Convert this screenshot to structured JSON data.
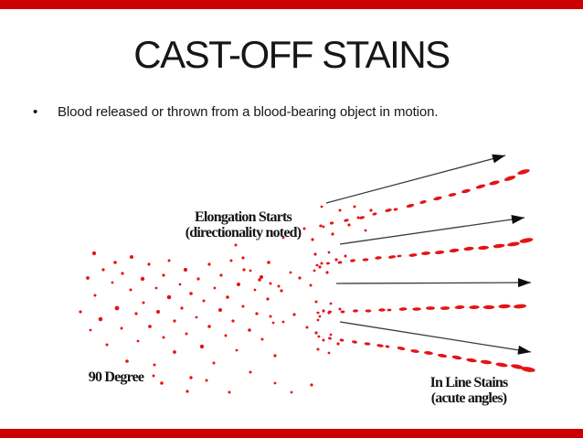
{
  "slide": {
    "title": "CAST-OFF STAINS",
    "bullet_marker": "•",
    "bullet_text": "Blood released or thrown from a blood-bearing object in motion."
  },
  "colors": {
    "accent_bar": "#cc0000",
    "stain": "#e41414",
    "arrow_line": "#3a3a3a",
    "arrow_head": "#0d0d0d",
    "text": "#161616"
  },
  "diagram": {
    "labels": {
      "elongation_line1": "Elongation Starts",
      "elongation_line2": "(directionality noted)",
      "ninety_degree": "90 Degree",
      "inline_line1": "In Line Stains",
      "inline_line2": "(acute angles)"
    },
    "arrows": [
      [
        357,
        222,
        553,
        170
      ],
      [
        372,
        267,
        574,
        238
      ],
      [
        368,
        310,
        581,
        309
      ],
      [
        372,
        352,
        581,
        385
      ]
    ],
    "dots": [
      [
        88,
        341,
        1.6
      ],
      [
        96,
        304,
        1.9
      ],
      [
        99,
        361,
        1.4
      ],
      [
        103,
        277,
        2.1
      ],
      [
        104,
        323,
        1.5
      ],
      [
        113,
        295,
        1.6
      ],
      [
        110,
        349,
        2.3
      ],
      [
        117,
        377,
        1.5
      ],
      [
        123,
        309,
        1.4
      ],
      [
        126,
        287,
        1.8
      ],
      [
        128,
        337,
        2.4
      ],
      [
        133,
        359,
        1.5
      ],
      [
        134,
        299,
        1.6
      ],
      [
        139,
        395,
        1.8
      ],
      [
        143,
        317,
        1.5
      ],
      [
        144,
        281,
        2.0
      ],
      [
        149,
        343,
        1.6
      ],
      [
        151,
        373,
        1.4
      ],
      [
        156,
        305,
        2.2
      ],
      [
        157,
        331,
        1.5
      ],
      [
        163,
        289,
        1.6
      ],
      [
        164,
        357,
        1.9
      ],
      [
        169,
        399,
        1.5
      ],
      [
        171,
        315,
        1.4
      ],
      [
        173,
        341,
        2.0
      ],
      [
        179,
        301,
        1.6
      ],
      [
        179,
        369,
        1.5
      ],
      [
        185,
        325,
        2.3
      ],
      [
        185,
        285,
        1.5
      ],
      [
        191,
        351,
        1.6
      ],
      [
        191,
        385,
        1.9
      ],
      [
        197,
        311,
        1.4
      ],
      [
        199,
        337,
        1.6
      ],
      [
        203,
        295,
        2.1
      ],
      [
        204,
        365,
        1.5
      ],
      [
        209,
        413,
        1.7
      ],
      [
        209,
        321,
        1.8
      ],
      [
        215,
        347,
        1.4
      ],
      [
        217,
        305,
        1.6
      ],
      [
        221,
        379,
        2.2
      ],
      [
        223,
        329,
        1.5
      ],
      [
        229,
        289,
        1.6
      ],
      [
        229,
        357,
        1.8
      ],
      [
        234,
        397,
        1.5
      ],
      [
        235,
        315,
        1.4
      ],
      [
        241,
        339,
        2.0
      ],
      [
        242,
        301,
        1.6
      ],
      [
        247,
        367,
        1.5
      ],
      [
        249,
        325,
        1.8
      ],
      [
        253,
        285,
        1.5
      ],
      [
        255,
        351,
        1.6
      ],
      [
        259,
        383,
        1.4
      ],
      [
        261,
        311,
        2.0
      ],
      [
        266,
        335,
        1.5
      ],
      [
        267,
        295,
        1.6
      ],
      [
        273,
        361,
        1.8
      ],
      [
        274,
        407,
        1.5
      ],
      [
        279,
        317,
        1.4
      ],
      [
        281,
        343,
        1.6
      ],
      [
        286,
        303,
        2.0
      ],
      [
        287,
        371,
        1.5
      ],
      [
        293,
        327,
        1.6
      ],
      [
        294,
        287,
        1.8
      ],
      [
        299,
        353,
        1.4
      ],
      [
        301,
        389,
        1.6
      ],
      [
        305,
        313,
        1.5
      ],
      [
        168,
        411,
        1.5
      ],
      [
        177,
        419,
        1.8
      ],
      [
        205,
        428,
        1.6
      ],
      [
        226,
        416,
        1.5
      ],
      [
        251,
        429,
        1.5
      ],
      [
        301,
        419,
        1.4
      ],
      [
        319,
        429,
        1.4
      ],
      [
        341,
        421,
        1.6
      ],
      [
        258,
        268,
        1.5
      ],
      [
        266,
        282,
        1.6
      ],
      [
        274,
        296,
        1.4
      ],
      [
        284,
        306,
        1.8
      ],
      [
        296,
        310,
        1.5
      ],
      [
        308,
        318,
        1.6
      ],
      [
        318,
        298,
        1.4
      ],
      [
        328,
        304,
        1.6
      ],
      [
        340,
        312,
        1.5
      ],
      [
        350,
        292,
        1.6
      ],
      [
        333,
        250,
        1.5
      ],
      [
        342,
        262,
        1.6
      ],
      [
        354,
        248,
        1.4
      ],
      [
        364,
        256,
        1.6
      ],
      [
        372,
        230,
        1.5
      ],
      [
        382,
        246,
        1.6
      ],
      [
        392,
        238,
        1.5
      ],
      [
        400,
        252,
        1.4
      ],
      [
        352,
        226,
        1.4
      ],
      [
        388,
        226,
        1.5
      ],
      [
        406,
        230,
        1.6
      ],
      [
        296,
        346,
        1.5
      ],
      [
        310,
        352,
        1.4
      ],
      [
        322,
        344,
        1.6
      ],
      [
        336,
        358,
        1.5
      ],
      [
        348,
        350,
        1.4
      ],
      [
        360,
        342,
        1.6
      ],
      [
        310,
        260,
        1.4
      ],
      [
        345,
        278,
        1.6
      ],
      [
        352,
        288,
        1.5
      ],
      [
        360,
        276,
        1.4
      ],
      [
        368,
        284,
        1.6
      ],
      [
        378,
        280,
        1.5
      ],
      [
        344,
        296,
        1.4
      ],
      [
        358,
        298,
        1.6
      ],
      [
        346,
        330,
        1.5
      ],
      [
        354,
        340,
        1.6
      ],
      [
        362,
        332,
        1.4
      ],
      [
        372,
        338,
        1.5
      ],
      [
        350,
        346,
        1.4
      ],
      [
        346,
        364,
        1.6
      ],
      [
        354,
        372,
        1.5
      ],
      [
        362,
        366,
        1.4
      ],
      [
        370,
        376,
        1.6
      ],
      [
        348,
        382,
        1.5
      ],
      [
        360,
        386,
        1.4
      ]
    ],
    "dashes": [
      [
        351,
        247,
        1.8,
        1.4,
        -14
      ],
      [
        363,
        244,
        2.2,
        1.5,
        -14
      ],
      [
        379,
        241,
        2.8,
        1.5,
        -12
      ],
      [
        396,
        238,
        3.2,
        1.6,
        -14
      ],
      [
        410,
        234,
        2.6,
        1.5,
        -16
      ],
      [
        425,
        230,
        3.8,
        1.7,
        -14
      ],
      [
        433,
        229,
        2.4,
        1.4,
        -12
      ],
      [
        449,
        225,
        4.4,
        1.8,
        -14
      ],
      [
        463,
        221,
        3.8,
        1.7,
        -16
      ],
      [
        479,
        217,
        4.8,
        1.9,
        -14
      ],
      [
        495,
        213,
        4.4,
        1.8,
        -12
      ],
      [
        510,
        209,
        5.0,
        1.9,
        -14
      ],
      [
        526,
        204,
        5.4,
        2.0,
        -16
      ],
      [
        541,
        200,
        5.8,
        2.1,
        -14
      ],
      [
        558,
        195,
        6.4,
        2.2,
        -18
      ],
      [
        573,
        188,
        7.0,
        2.3,
        -16
      ],
      [
        347,
        290,
        1.6,
        1.3,
        -6
      ],
      [
        359,
        288,
        2.0,
        1.4,
        -6
      ],
      [
        372,
        287,
        2.4,
        1.5,
        -8
      ],
      [
        386,
        285,
        3.0,
        1.6,
        -6
      ],
      [
        400,
        284,
        3.4,
        1.6,
        -4
      ],
      [
        414,
        282,
        3.8,
        1.7,
        -6
      ],
      [
        429,
        281,
        4.2,
        1.7,
        -8
      ],
      [
        437,
        280,
        2.6,
        1.4,
        -6
      ],
      [
        452,
        279,
        4.6,
        1.8,
        -6
      ],
      [
        466,
        277,
        5.0,
        1.9,
        -4
      ],
      [
        481,
        276,
        5.2,
        1.9,
        -6
      ],
      [
        497,
        274,
        5.4,
        2.0,
        -8
      ],
      [
        513,
        272,
        5.6,
        2.0,
        -6
      ],
      [
        529,
        271,
        6.0,
        2.1,
        -4
      ],
      [
        546,
        269,
        6.4,
        2.1,
        -6
      ],
      [
        562,
        267,
        6.8,
        2.2,
        -8
      ],
      [
        576,
        263,
        7.4,
        2.4,
        -10
      ],
      [
        348,
        342,
        1.6,
        1.3,
        -2
      ],
      [
        361,
        341,
        2.0,
        1.4,
        -2
      ],
      [
        375,
        341,
        2.4,
        1.5,
        -4
      ],
      [
        389,
        340,
        3.0,
        1.6,
        -2
      ],
      [
        403,
        340,
        3.4,
        1.6,
        0
      ],
      [
        418,
        339,
        3.8,
        1.7,
        -2
      ],
      [
        426,
        339,
        2.4,
        1.4,
        -2
      ],
      [
        441,
        338,
        4.4,
        1.8,
        -4
      ],
      [
        456,
        338,
        4.8,
        1.8,
        -2
      ],
      [
        471,
        337,
        5.0,
        1.9,
        0
      ],
      [
        487,
        337,
        5.2,
        1.9,
        -2
      ],
      [
        503,
        336,
        5.4,
        2.0,
        -4
      ],
      [
        519,
        336,
        5.8,
        2.0,
        -2
      ],
      [
        535,
        336,
        6.2,
        2.1,
        0
      ],
      [
        552,
        335,
        6.6,
        2.2,
        -2
      ],
      [
        569,
        335,
        7.0,
        2.3,
        -4
      ],
      [
        349,
        368,
        1.6,
        1.3,
        9
      ],
      [
        361,
        370,
        2.0,
        1.4,
        9
      ],
      [
        374,
        372,
        2.4,
        1.5,
        11
      ],
      [
        388,
        374,
        3.0,
        1.6,
        9
      ],
      [
        402,
        376,
        3.4,
        1.6,
        7
      ],
      [
        416,
        378,
        3.8,
        1.7,
        9
      ],
      [
        424,
        379,
        2.4,
        1.4,
        9
      ],
      [
        439,
        381,
        4.4,
        1.8,
        11
      ],
      [
        454,
        384,
        4.8,
        1.8,
        9
      ],
      [
        469,
        386,
        5.0,
        1.9,
        7
      ],
      [
        484,
        389,
        5.2,
        1.9,
        9
      ],
      [
        500,
        391,
        5.4,
        2.0,
        11
      ],
      [
        516,
        394,
        5.8,
        2.0,
        9
      ],
      [
        532,
        396,
        6.2,
        2.1,
        7
      ],
      [
        549,
        399,
        6.6,
        2.2,
        9
      ],
      [
        566,
        401,
        7.0,
        2.3,
        11
      ],
      [
        578,
        404,
        7.8,
        2.6,
        9
      ]
    ]
  }
}
